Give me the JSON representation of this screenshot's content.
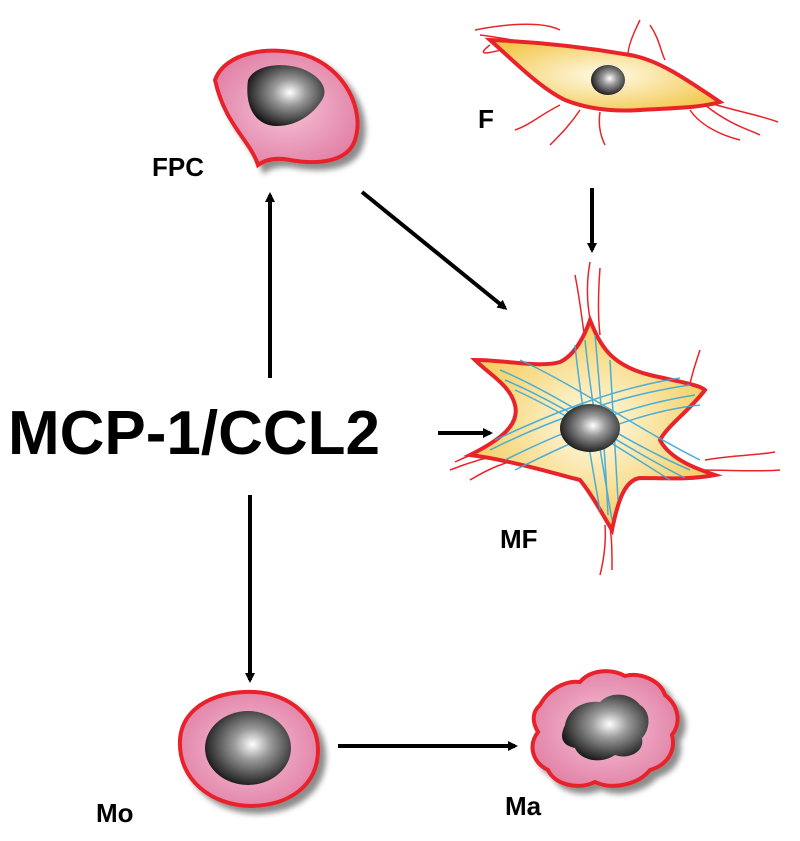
{
  "labels": {
    "central": "MCP-1/CCL2",
    "fpc": "FPC",
    "fibroblast": "F",
    "myofibroblast": "MF",
    "monocyte": "Mo",
    "macrophage": "Ma"
  },
  "colors": {
    "cell_membrane": "#e8242a",
    "cytoplasm_pink": "#e890b0",
    "cytoplasm_yellow": "#f7d060",
    "stress_fibers": "#3aa8d8",
    "arrow": "#000000"
  }
}
